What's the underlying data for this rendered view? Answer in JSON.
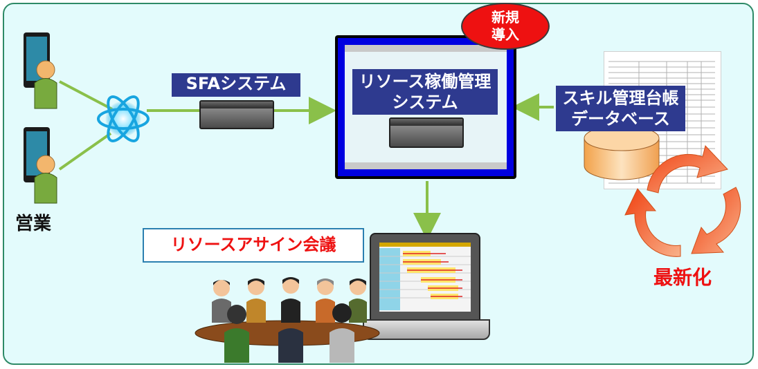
{
  "labels": {
    "sfa_system": "SFAシステム",
    "resource_system": "リソース稼働管理\nシステム",
    "new_badge": "新規\n導入",
    "skill_db": "スキル管理台帳\nデータベース",
    "sales": "営業",
    "meeting": "リソースアサイン会議",
    "update": "最新化"
  },
  "colors": {
    "panel_bg": "#e3fbfc",
    "panel_border": "#2e8a67",
    "label_bg": "#2e3a8f",
    "arrow_green": "#8ac04a",
    "badge_red": "#ee1111",
    "monitor_blue": "#0000e0",
    "cycle_orange": "#f07a30"
  },
  "icons": {
    "person": "person-with-tablet-icon",
    "network": "network-atom-icon",
    "server": "server-box-icon",
    "database": "database-cylinder-icon",
    "cycle": "refresh-cycle-icon",
    "laptop": "laptop-gantt-icon",
    "meeting": "meeting-people-icon"
  }
}
